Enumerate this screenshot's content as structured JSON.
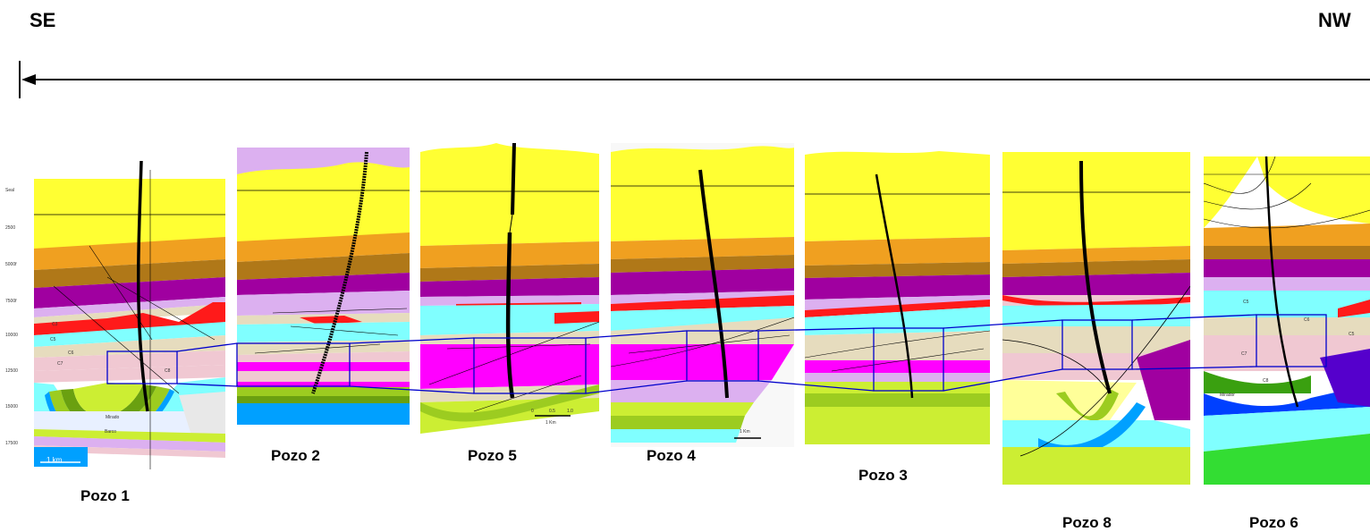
{
  "direction": {
    "left": "SE",
    "right": "NW"
  },
  "wells": [
    {
      "label": "Pozo 1"
    },
    {
      "label": "Pozo 2"
    },
    {
      "label": "Pozo 5"
    },
    {
      "label": "Pozo 4"
    },
    {
      "label": "Pozo 3"
    },
    {
      "label": "Pozo 8"
    },
    {
      "label": "Pozo 6"
    }
  ],
  "pozo1": {
    "depth_ticks": [
      "Seal",
      "2500",
      "5000f",
      "7500f",
      "10000",
      "12500",
      "15000",
      "17500"
    ],
    "layer_labels": [
      "C3",
      "C5",
      "C6",
      "C7",
      "C8",
      "Mirado",
      "Barco"
    ],
    "scale": "1 km"
  },
  "pozo5": {
    "scale_ticks": [
      "0",
      "0.5",
      "1.0"
    ],
    "scale_unit": "1 Km"
  },
  "pozo4": {
    "scale_unit": "1 Km"
  },
  "pozo6": {
    "layer_labels": [
      "C5",
      "C6",
      "C5",
      "C7",
      "C8",
      "Mirador"
    ]
  },
  "colors": {
    "yellow": "#ffff33",
    "orange": "#f0a020",
    "brown": "#b07818",
    "purple": "#a000a0",
    "lilac": "#dcb0f0",
    "red": "#ff1a1a",
    "cyan": "#80ffff",
    "beige": "#e6dcbe",
    "pink": "#f0c8d2",
    "magenta": "#ff00ff",
    "green": "#9ccc20",
    "lime": "#ccee33",
    "blue": "#00a0ff",
    "connector": "#0000cc"
  }
}
